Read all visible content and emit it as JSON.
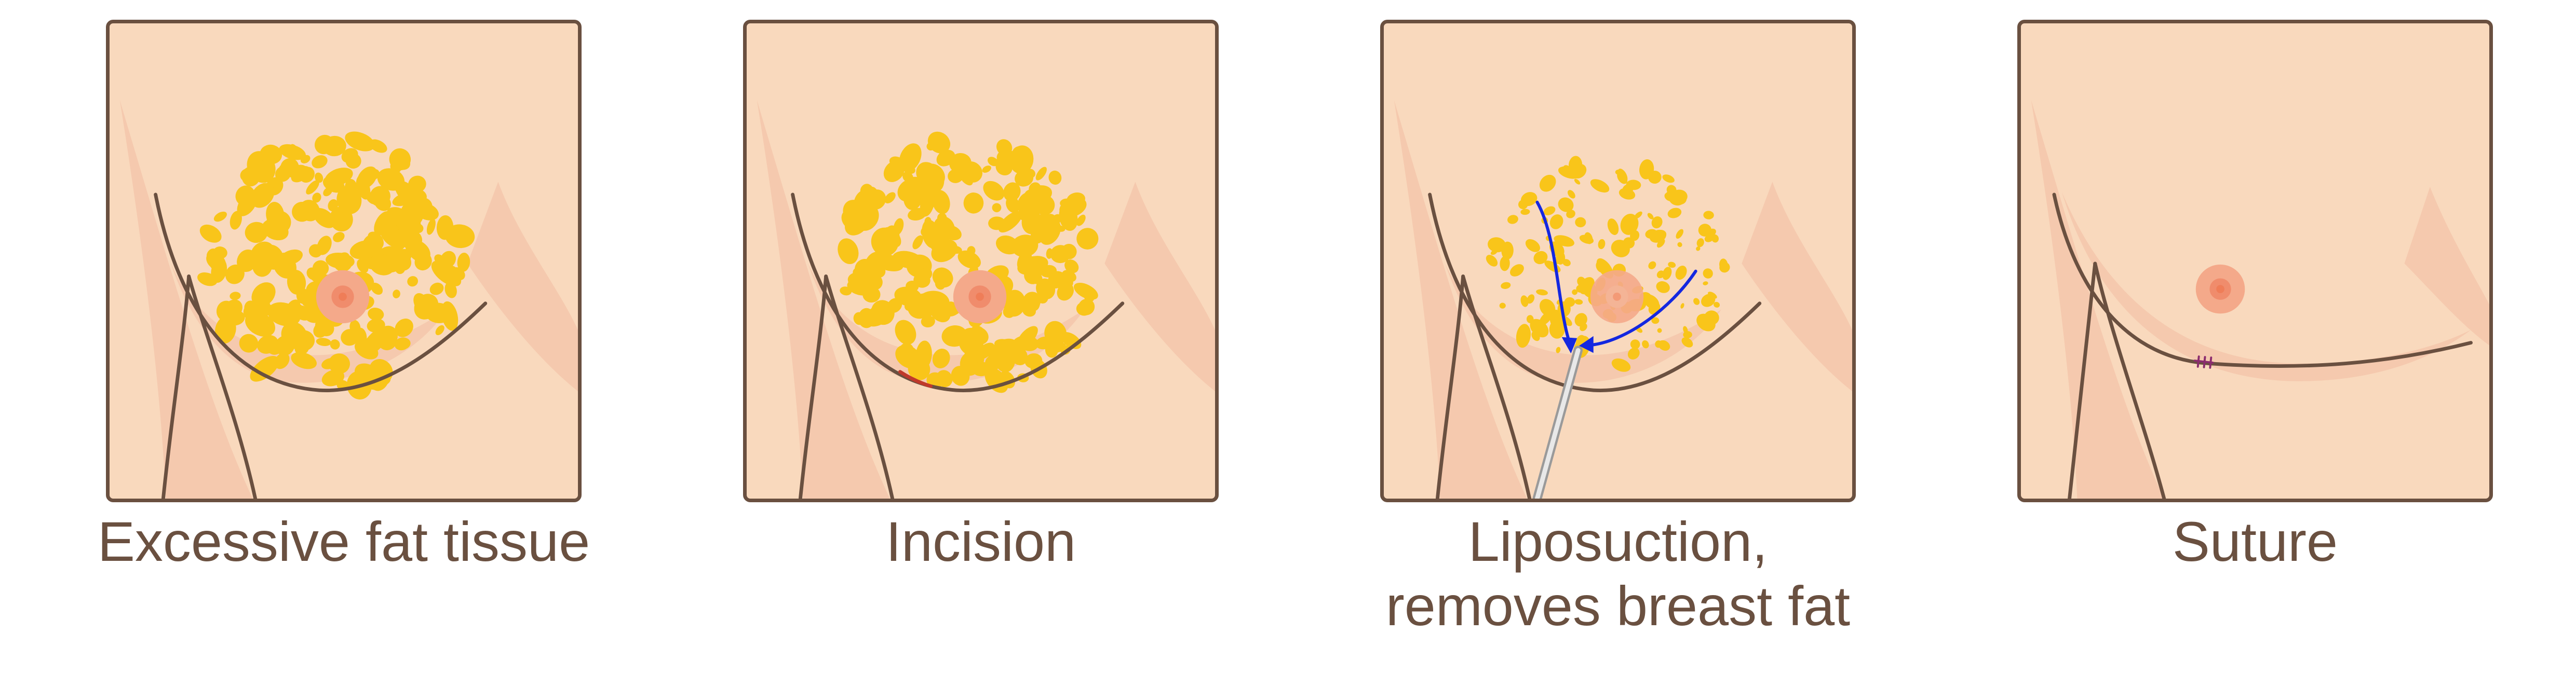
{
  "steps": [
    {
      "caption": "Excessive fat tissue",
      "stage": "fat"
    },
    {
      "caption": "Incision",
      "stage": "incision"
    },
    {
      "caption": "Liposuction,\nremoves breast fat",
      "stage": "liposuction"
    },
    {
      "caption": "Suture",
      "stage": "suture"
    }
  ],
  "colors": {
    "skin": "#f9d9bd",
    "skin_shadow": "#f5c9ae",
    "outline": "#6a5040",
    "fat": "#f9c51a",
    "nipple": "#f4a98a",
    "areola": "#ef7d58",
    "incision": "#c0392b",
    "arrow": "#1428e0",
    "cannula": "#c9c9c9"
  },
  "icons": {
    "arrow": "blue-suction-arrow-icon",
    "cannula": "cannula-icon",
    "suture": "stitch-icon"
  }
}
